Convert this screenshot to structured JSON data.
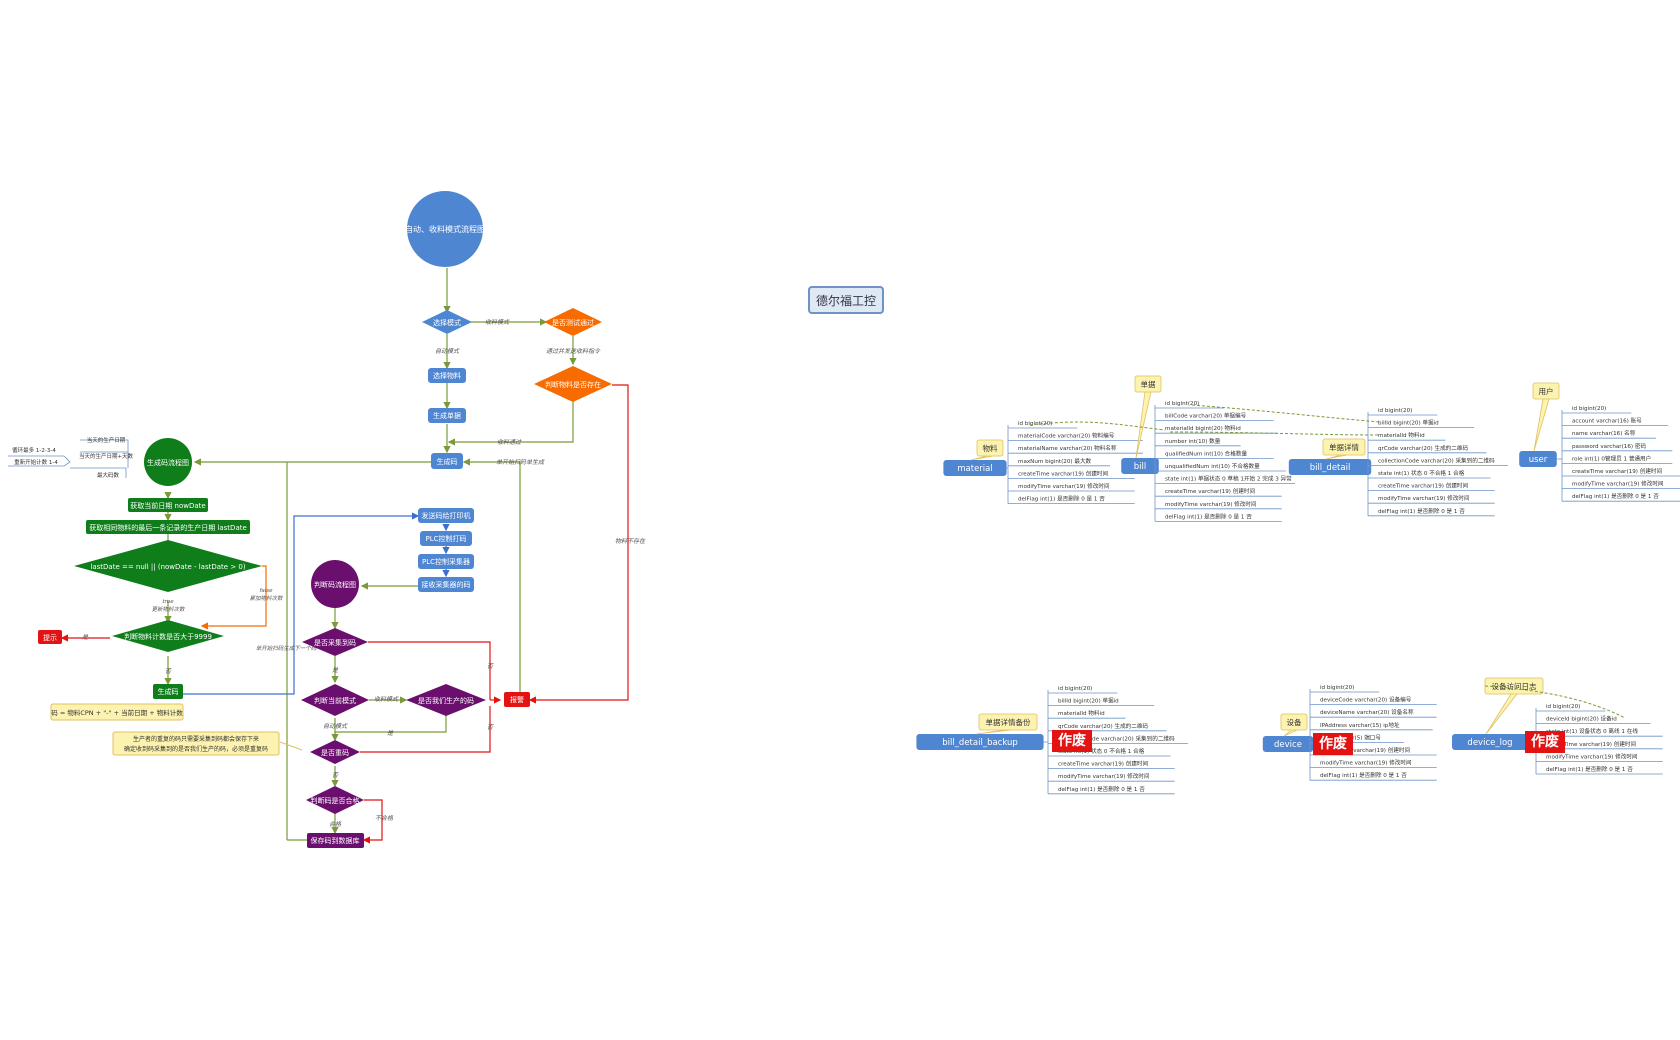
{
  "flow": {
    "start": "自动、收料模式流程图",
    "select_mode": "选择模式",
    "auto_mode": "自动模式",
    "recv_mode": "收料模式",
    "is_test": "是否测试通过",
    "test_pass_cmd": "通过并发送收料指令",
    "check_material": "判断物料是否存在",
    "select_material": "选择物料",
    "gen_batch": "生成单据",
    "gen_code": "生成码",
    "recv_pass": "收料通过",
    "material_missing": "物料不存在",
    "return_scan": "单开始扫码单生成",
    "gen_flow": "生成码流程图",
    "get_now": "获取当前日期 nowDate",
    "get_last": "获取相同物料的最后一条记录的生产日期 lastDate",
    "cond": "lastDate == null || (nowDate - lastDate > 0)",
    "true_label": "true",
    "true_desc": "更新物料次数",
    "false_label": "false",
    "false_desc": "累加物料次数",
    "count_check": "判断物料计数是否大于9999",
    "yes": "是",
    "no": "否",
    "hint": "提示",
    "gen_code2": "生成码",
    "formula": "码 = 物料CPN + \"-\" + 当前日期 + 物料计数",
    "note_date1": "当天的生产日期",
    "note_date2": "当天的生产日期+天数",
    "note_max": "最大码数",
    "note_left1": "循环最多 1-2-3-4",
    "note_left2": "重新开始计数 1-4",
    "send_printer": "发送码给打印机",
    "plc_print": "PLC控制打码",
    "plc_scan": "PLC控制采集器",
    "recv_scan": "接收采集器的码",
    "judge_flow": "判断码流程图",
    "is_collected": "是否采集到码",
    "judge_mode": "判断当前模式",
    "recv_mode_branch": "收料模式",
    "is_ours": "是否我们生产的码",
    "mode_auto": "自动模式",
    "is_repeat": "是否重码",
    "is_match": "判断码是否合格",
    "valid": "合格",
    "invalid": "不合格",
    "save_db": "保存码到数据库",
    "alarm": "报警",
    "next_line": "单开始扫码生成下一个码",
    "note_repeat": "生产者的重复的码只需要采集到码都会保存下来\n确定收到码采集到的是否我们生产的码，必须是重复码"
  },
  "mindmap": {
    "title": "德尔福工控",
    "void": "作废",
    "tables": [
      {
        "name": "material",
        "tag": "物料",
        "fields": [
          "id bigint(20)",
          "materialCode varchar(20) 物料编号",
          "materialName varchar(20) 物料名称",
          "maxNum bigint(20) 最大数",
          "createTime varchar(19) 创建时间",
          "modifyTime varchar(19) 修改时间",
          "delFlag int(1) 是否删除 0 是 1 否"
        ]
      },
      {
        "name": "bill",
        "tag": "单据",
        "fields": [
          "id bigint(20)",
          "billCode varchar(20) 单据编号",
          "materialId bigint(20) 物料id",
          "number int(10) 数量",
          "qualifiedNum int(10) 合格数量",
          "unqualifiedNum int(10) 不合格数量",
          "state int(1) 单据状态 0 草稿 1开始 2 完成 3 异常",
          "createTime varchar(19) 创建时间",
          "modifyTime varchar(19) 修改时间",
          "delFlag int(1) 是否删除 0 是 1 否"
        ]
      },
      {
        "name": "bill_detail",
        "tag": "单据详情",
        "fields": [
          "id bigint(20)",
          "billId bigint(20) 单据id",
          "materialId 物料id",
          "qrCode varchar(20) 生成的二维码",
          "collectionCode varchar(20) 采集到的二维码",
          "state int(1) 状态 0 不合格 1 合格",
          "createTime varchar(19) 创建时间",
          "modifyTime varchar(19) 修改时间",
          "delFlag int(1) 是否删除 0 是 1 否"
        ]
      },
      {
        "name": "user",
        "tag": "用户",
        "fields": [
          "id bigint(20)",
          "account varchar(16) 账号",
          "name varchar(16) 名称",
          "password varchar(16) 密码",
          "role int(1) 0管理员 1 普通用户",
          "createTime varchar(19) 创建时间",
          "modifyTime varchar(19) 修改时间",
          "delFlag int(1) 是否删除 0 是 1 否"
        ]
      },
      {
        "name": "bill_detail_backup",
        "tag": "单据详情备份",
        "fields": [
          "id bigint(20)",
          "billId bigint(20) 单据id",
          "materialId 物料id",
          "qrCode varchar(20) 生成的二维码",
          "collectionCode varchar(20) 采集到的二维码",
          "state int(1) 状态 0 不合格 1 合格",
          "createTime varchar(19) 创建时间",
          "modifyTime varchar(19) 修改时间",
          "delFlag int(1) 是否删除 0 是 1 否"
        ]
      },
      {
        "name": "device",
        "tag": "设备",
        "fields": [
          "id bigint(20)",
          "deviceCode varchar(20) 设备编号",
          "deviceName varchar(20) 设备名称",
          "IPAddress varchar(15) ip地址",
          "port varchar(5) 端口号",
          "createTime varchar(19) 创建时间",
          "modifyTime varchar(19) 修改时间",
          "delFlag int(1) 是否删除 0 是 1 否"
        ]
      },
      {
        "name": "device_log",
        "tag": "设备访问日志",
        "fields": [
          "id bigint(20)",
          "deviceId bigint(20) 设备id",
          "state int(1) 设备状态 0 离线 1 在线",
          "createTime varchar(19) 创建时间",
          "modifyTime varchar(19) 修改时间",
          "delFlag int(1) 是否删除 0 是 1 否"
        ]
      }
    ]
  },
  "colors": {
    "blue": "#4f86d2",
    "orange": "#f76b00",
    "green": "#0e7d1a",
    "purple": "#6b0f6e",
    "red": "#e31313",
    "note": "#fdf3b0"
  }
}
